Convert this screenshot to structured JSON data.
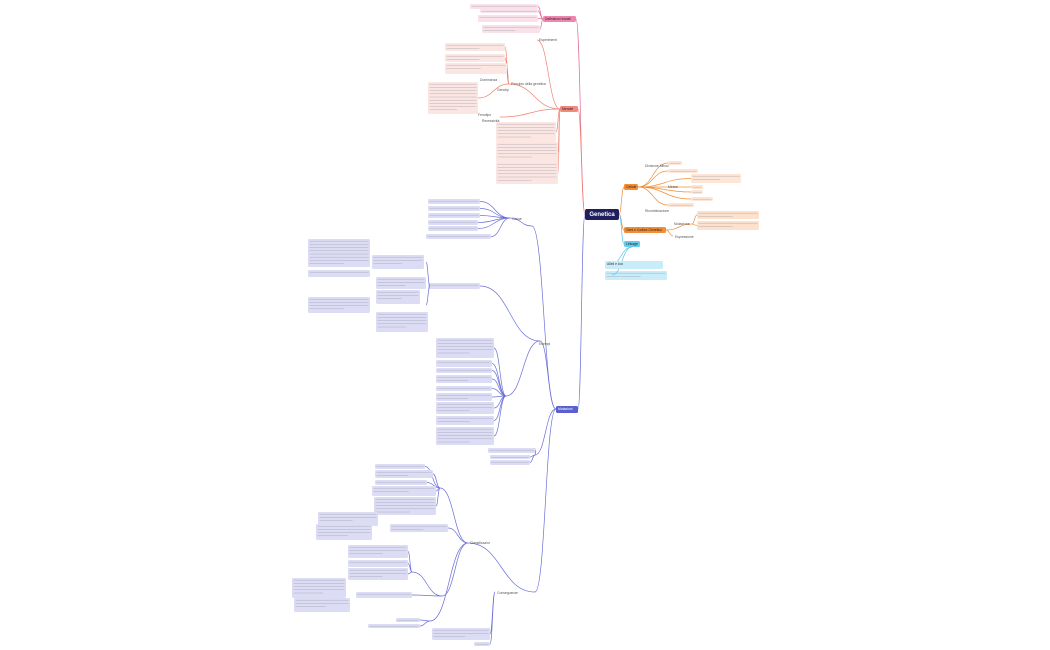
{
  "root": "Genetica",
  "colors": {
    "pink": "#e06a97",
    "salmon": "#f08070",
    "orange": "#f28d35",
    "cyan": "#59c3e8",
    "purple": "#6b6fd8"
  },
  "branches": [
    {
      "label": "Definizioni iniziali",
      "color": "pink",
      "items": [
        "Descrizione caratteri ereditari",
        "Allele"
      ]
    },
    {
      "label": "Mendel",
      "color": "salmon",
      "items": [
        "Esperimenti",
        "Principio della genetica Mendeliana",
        "Genotipo",
        "Fenotipo",
        "Dominanza",
        "Recessività"
      ]
    },
    {
      "label": "Cellule",
      "color": "orange",
      "items": [
        "Divisione Mitosi",
        "Meiosi",
        "Ricombinazione"
      ]
    },
    {
      "label": "Geni e Codice Genetico",
      "color": "orange",
      "items": [
        "Mutazione",
        "Espressione genica"
      ]
    },
    {
      "label": "Linkage",
      "color": "cyan",
      "items": [
        "Alleli e loci"
      ]
    },
    {
      "label": "Mutazioni",
      "color": "purple",
      "items": [
        "Classificazione",
        "Cause",
        "Esempi",
        "Conseguenze"
      ]
    }
  ]
}
